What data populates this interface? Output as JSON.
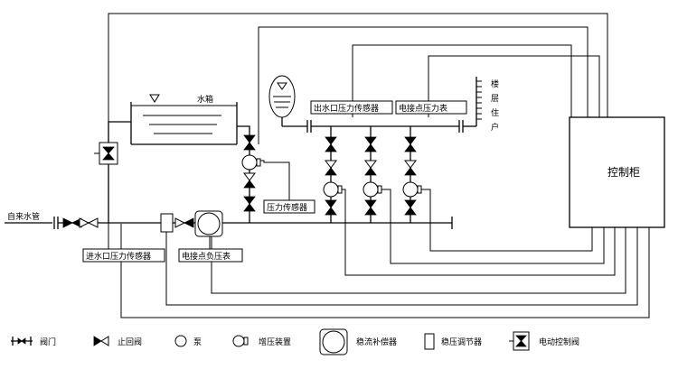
{
  "diagram": {
    "water_tank_label": "水箱",
    "tap_water_label": "自来水管",
    "controller_label": "控制柜",
    "outlet_sensor_label": "出水口压力传感器",
    "contact_gauge_label": "电接点压力表",
    "building_label": [
      "楼",
      "层",
      "住",
      "户"
    ],
    "pressure_sensor_label": "压力传感器",
    "inlet_sensor_label": "进水口压力传感器",
    "negative_gauge_label": "电接点负压表"
  },
  "legend": {
    "valve": "阀门",
    "check_valve": "止回阀",
    "pump": "泵",
    "booster": "增压装置",
    "compensator": "稳流补偿器",
    "regulator": "稳压调节器",
    "motor_valve": "电动控制阀"
  }
}
